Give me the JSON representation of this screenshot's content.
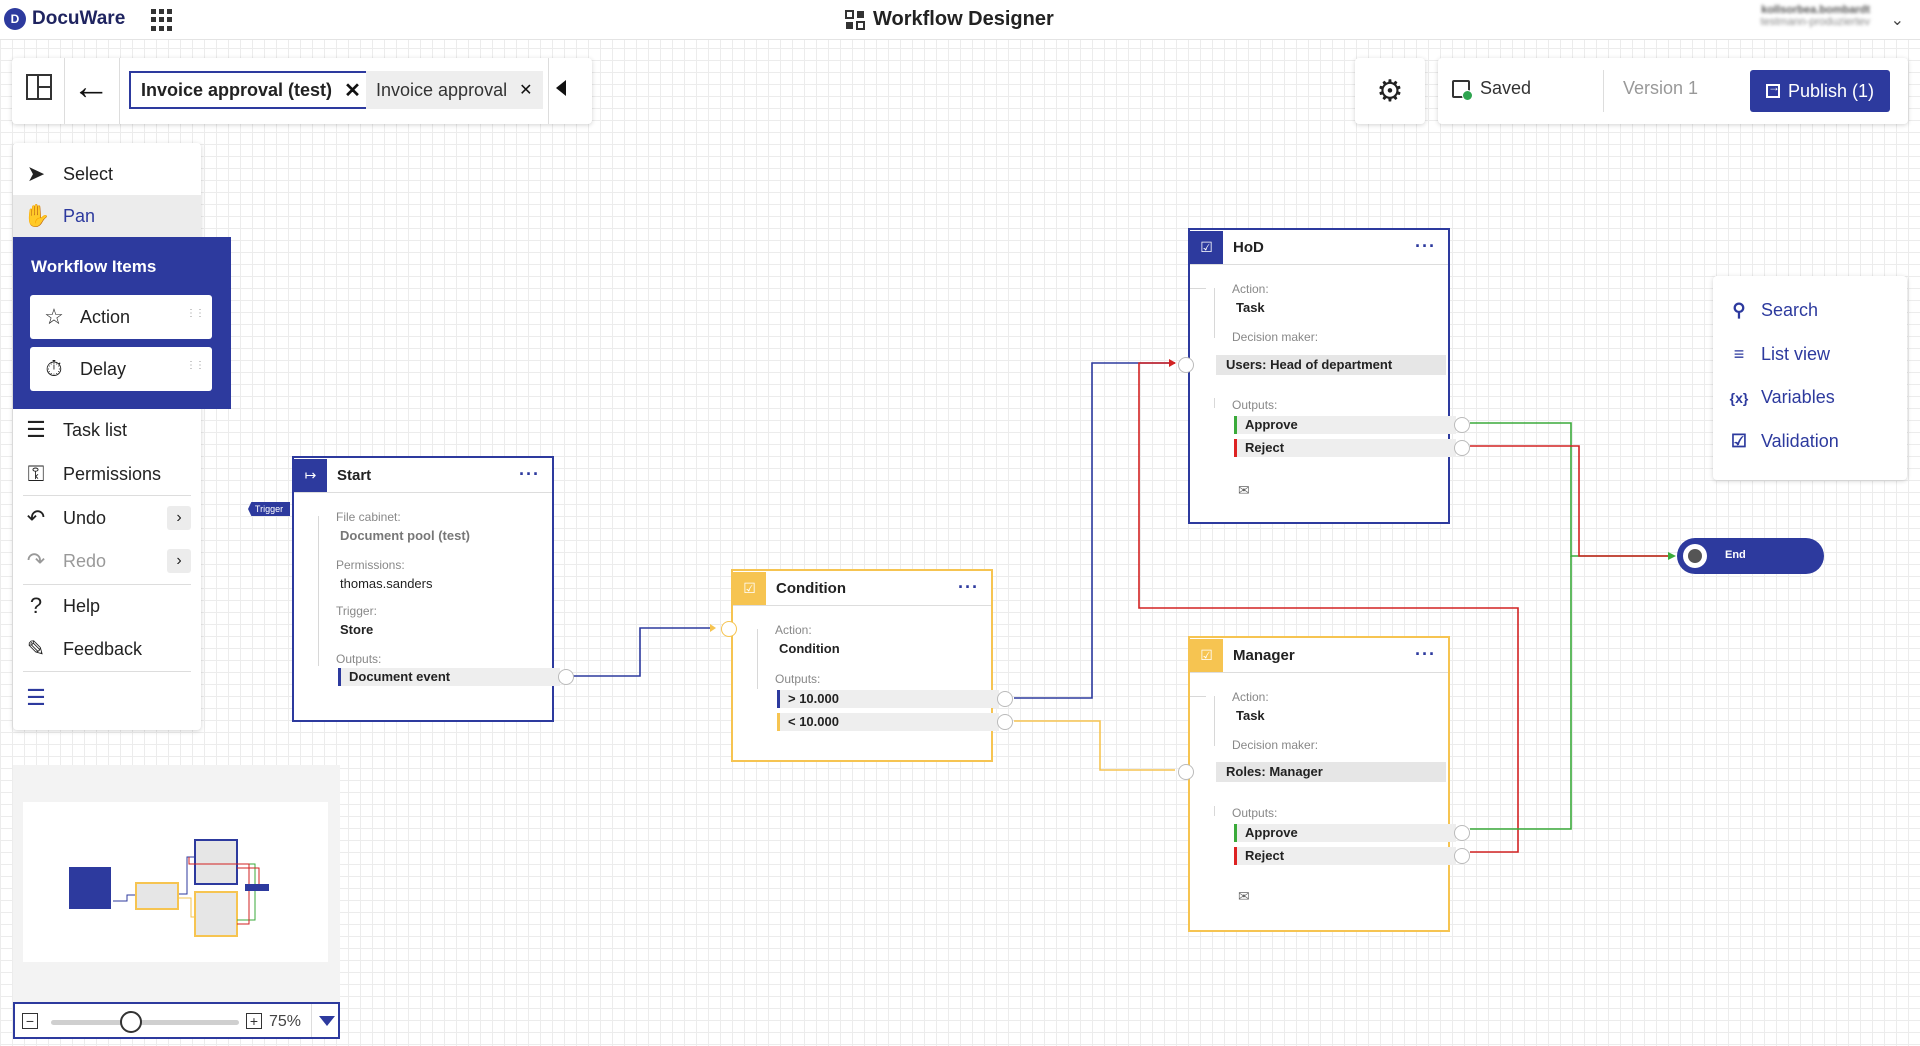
{
  "header": {
    "brand": "DocuWare",
    "app_title": "Workflow Designer",
    "user_name": "kollsorbea.bombardt",
    "user_org": "testmann-produziertev"
  },
  "tabs": {
    "active_label": "Invoice approval (test)",
    "inactive_label": "Invoice approval"
  },
  "status": {
    "saved_label": "Saved",
    "version_label": "Version 1",
    "publish_label": "Publish (1)"
  },
  "tools": {
    "select_label": "Select",
    "pan_label": "Pan",
    "workflow_items_title": "Workflow Items",
    "action_label": "Action",
    "delay_label": "Delay",
    "task_list_label": "Task list",
    "permissions_label": "Permissions",
    "undo_label": "Undo",
    "redo_label": "Redo",
    "help_label": "Help",
    "feedback_label": "Feedback"
  },
  "side_panel": {
    "search_label": "Search",
    "list_view_label": "List view",
    "variables_label": "Variables",
    "validation_label": "Validation"
  },
  "zoom": {
    "value": "75%",
    "level_percent": 75
  },
  "nodes": {
    "start": {
      "title": "Start",
      "trigger_tag": "Trigger",
      "file_cabinet_label": "File cabinet:",
      "file_cabinet_value": "Document pool (test)",
      "permissions_label": "Permissions:",
      "permissions_value": "thomas.sanders",
      "trigger_label": "Trigger:",
      "trigger_value": "Store",
      "outputs_label": "Outputs:",
      "output_1": "Document event"
    },
    "condition": {
      "title": "Condition",
      "action_label": "Action:",
      "action_value": "Condition",
      "outputs_label": "Outputs:",
      "output_1": "> 10.000",
      "output_2": "< 10.000"
    },
    "hod": {
      "title": "HoD",
      "action_label": "Action:",
      "action_value": "Task",
      "decision_label": "Decision maker:",
      "decision_value": "Users: Head of department",
      "outputs_label": "Outputs:",
      "output_1": "Approve",
      "output_2": "Reject"
    },
    "manager": {
      "title": "Manager",
      "action_label": "Action:",
      "action_value": "Task",
      "decision_label": "Decision maker:",
      "decision_value": "Roles: Manager",
      "outputs_label": "Outputs:",
      "output_1": "Approve",
      "output_2": "Reject"
    },
    "end": {
      "title": "End"
    }
  },
  "colors": {
    "brand_blue": "#2d3a9e",
    "condition_yellow": "#f6c451",
    "approve_green": "#3aaa3a",
    "reject_red": "#d22222"
  },
  "icons": {
    "select": "cursor-arrow",
    "pan": "hand",
    "action": "star",
    "delay": "stopwatch",
    "task_list": "checklist",
    "permissions": "key",
    "undo": "undo-arrow",
    "redo": "redo-arrow",
    "help": "question-mark",
    "feedback": "feedback-chart",
    "settings": "gear",
    "search": "magnifier",
    "list_view": "list",
    "variables": "brackets-x",
    "validation": "checkbox"
  }
}
